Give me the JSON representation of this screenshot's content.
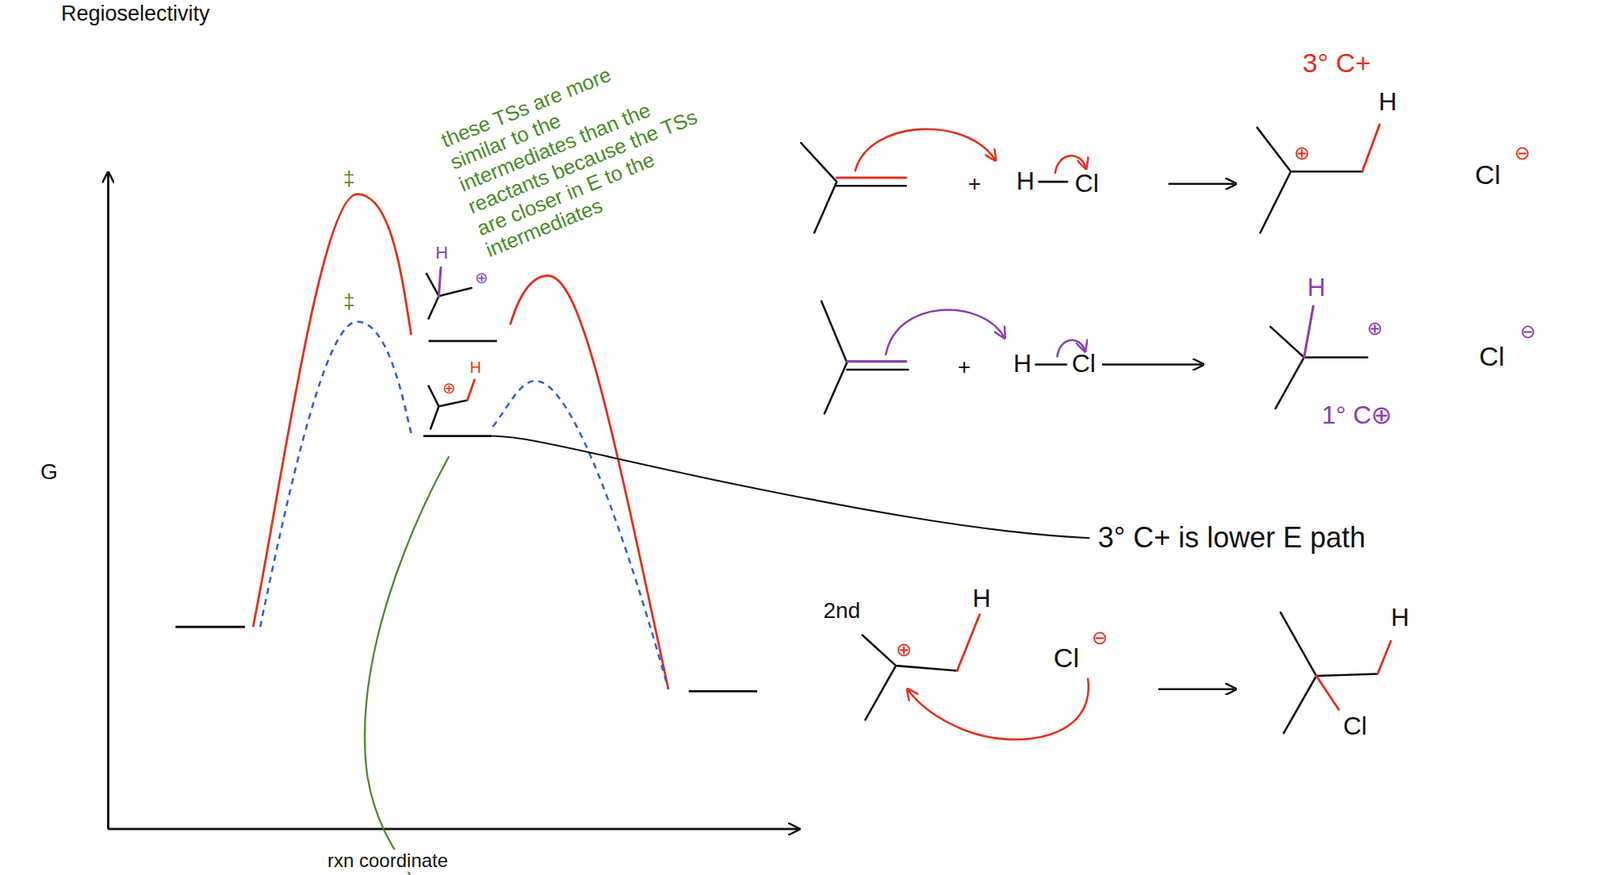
{
  "diagram": {
    "title": "Regioselectivity",
    "labels": [
      "these TSs are more similar to the intermediates than the reactants because the TSs are closer in E to the intermediates",
      "3° C+",
      "‡",
      "H",
      "+",
      "H",
      "Cl",
      "⊕",
      "Cl",
      "⊖",
      "H",
      "⊕",
      "H",
      "‡",
      "+",
      "H",
      "Cl",
      "⊕",
      "Cl",
      "⊖",
      "⊕",
      "H",
      "1° C⊕",
      "G",
      "3° C+ is lower E path",
      "2nd",
      "H",
      "H",
      "⊕",
      "Cl",
      "⊖",
      "Cl",
      "rxn coordinate"
    ]
  }
}
